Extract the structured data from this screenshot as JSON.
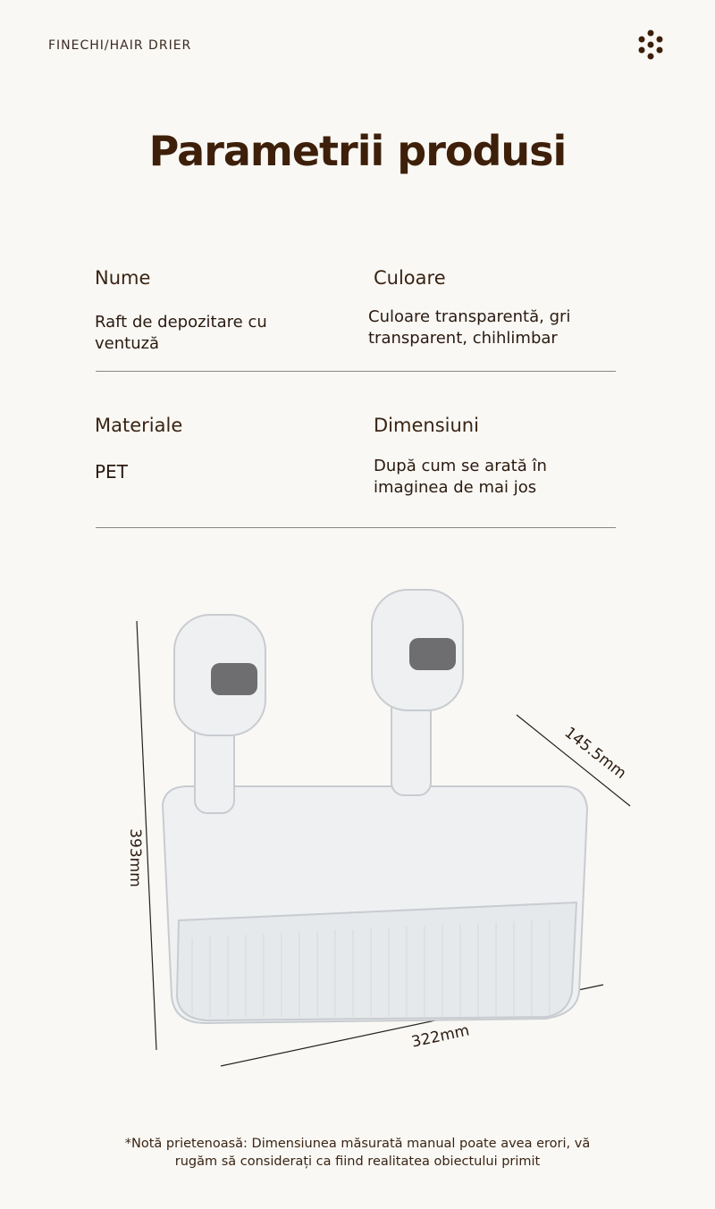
{
  "header": {
    "brand": "FINECHI/HAIR DRIER",
    "menu_icon": "dots-grid-icon"
  },
  "title": "Parametrii produsi",
  "params": [
    {
      "label": "Nume",
      "value": "Raft de depozitare cu ventuză"
    },
    {
      "label": "Culoare",
      "value": "Culoare transparentă, gri transparent, chihlimbar"
    },
    {
      "label": "Materiale",
      "value": "PET"
    },
    {
      "label": "Dimensiuni",
      "value": "După cum se arată în imaginea de mai jos"
    }
  ],
  "dimensions": {
    "height": "393mm",
    "depth": "145.5mm",
    "width": "322mm"
  },
  "note": "*Notă prietenoasă: Dimensiunea măsurată manual poate avea erori, vă rugăm să considerați ca fiind realitatea obiectului primit"
}
